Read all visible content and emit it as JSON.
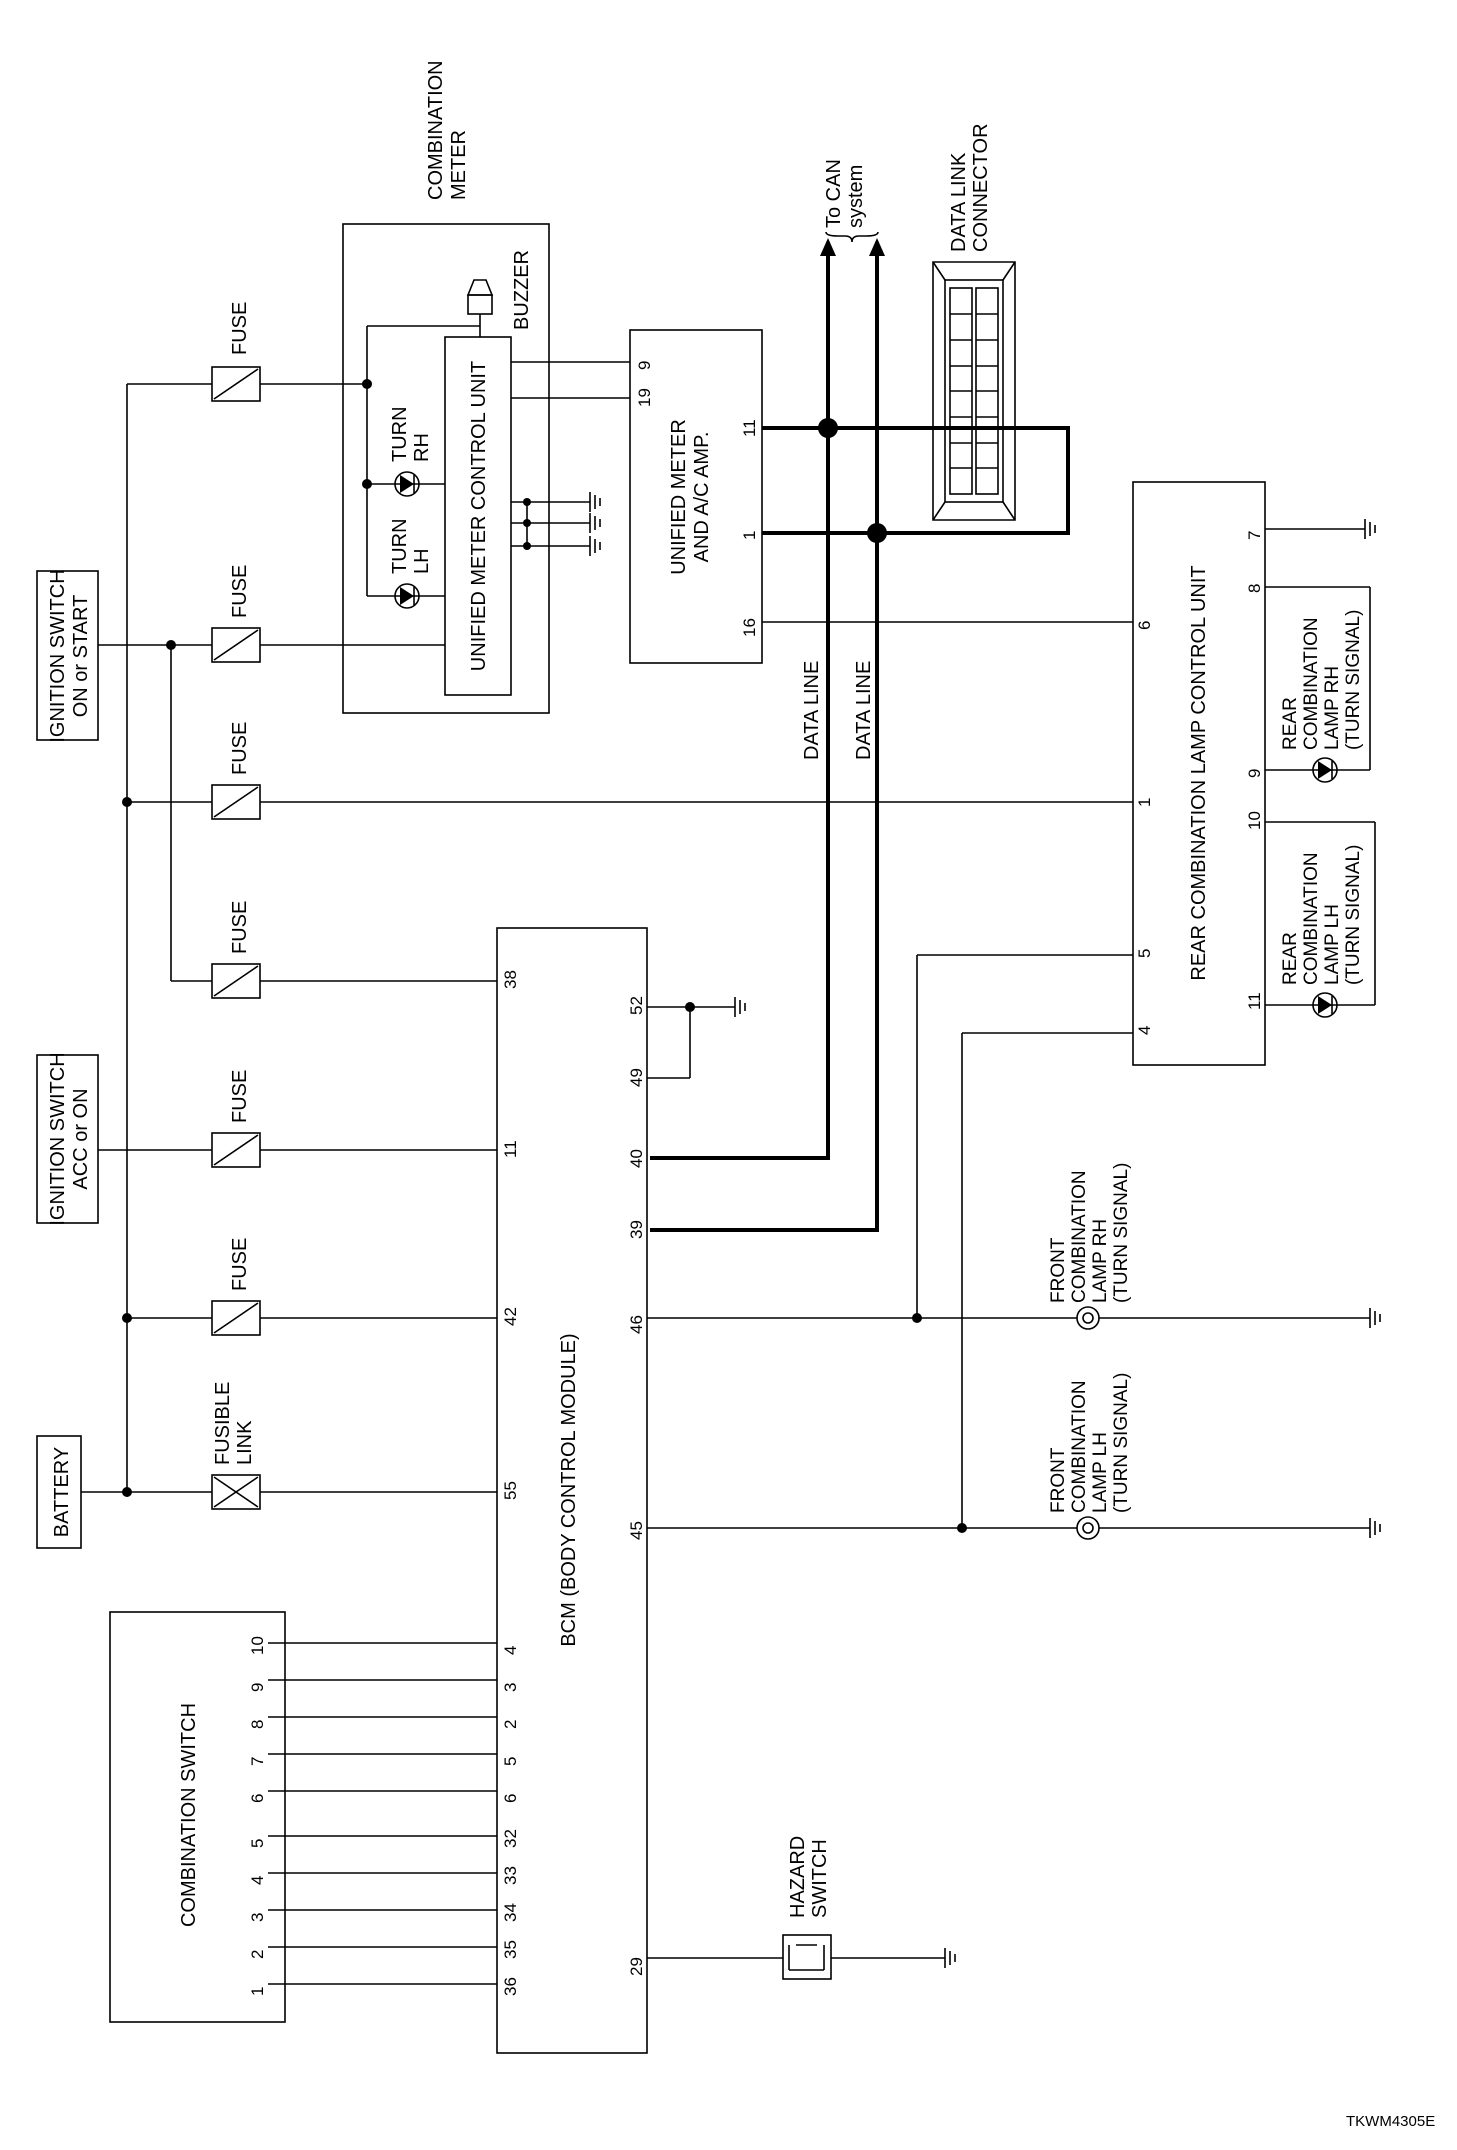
{
  "components": {
    "battery": "BATTERY",
    "ign_acc_on": [
      "IGNITION SWITCH",
      "ACC or ON"
    ],
    "ign_on_start": [
      "IGNITION SWITCH",
      "ON or START"
    ],
    "fusible_link": [
      "FUSIBLE",
      "LINK"
    ],
    "fuse": "FUSE",
    "combination_switch": "COMBINATION SWITCH",
    "bcm": "BCM (BODY CONTROL MODULE)",
    "combination_meter": [
      "COMBINATION",
      "METER"
    ],
    "unified_meter_cu": "UNIFIED METER CONTROL UNIT",
    "buzzer": "BUZZER",
    "turn_lh": [
      "TURN",
      "LH"
    ],
    "turn_rh": [
      "TURN",
      "RH"
    ],
    "unified_meter_amp": [
      "UNIFIED METER",
      "AND A/C AMP."
    ],
    "to_can": [
      "To CAN",
      "system"
    ],
    "data_link_connector": [
      "DATA LINK",
      "CONNECTOR"
    ],
    "data_line": "DATA LINE",
    "rear_lamp_cu": "REAR COMBINATION LAMP CONTROL UNIT",
    "rear_lamp_rh": [
      "REAR",
      "COMBINATION",
      "LAMP RH",
      "(TURN SIGNAL)"
    ],
    "rear_lamp_lh": [
      "REAR",
      "COMBINATION",
      "LAMP LH",
      "(TURN SIGNAL)"
    ],
    "front_lamp_rh": [
      "FRONT",
      "COMBINATION",
      "LAMP RH",
      "(TURN SIGNAL)"
    ],
    "front_lamp_lh": [
      "FRONT",
      "COMBINATION",
      "LAMP LH",
      "(TURN SIGNAL)"
    ],
    "hazard_switch": [
      "HAZARD",
      "SWITCH"
    ]
  },
  "pins": {
    "comb_switch": [
      "1",
      "2",
      "3",
      "4",
      "5",
      "6",
      "7",
      "8",
      "9",
      "10"
    ],
    "bcm_switch_side": [
      "36",
      "35",
      "34",
      "33",
      "32",
      "6",
      "5",
      "2",
      "3",
      "4"
    ],
    "bcm_power": [
      "55",
      "42",
      "11",
      "38"
    ],
    "bcm_right": [
      "29",
      "45",
      "46",
      "39",
      "40",
      "49",
      "52"
    ],
    "meter_amp_top": [
      "19",
      "9"
    ],
    "meter_amp_bottom": [
      "16",
      "1",
      "11"
    ],
    "rear_cu_top": [
      "11",
      "10",
      "9",
      "8",
      "7"
    ],
    "rear_cu_bottom": [
      "4",
      "5",
      "1",
      "6"
    ]
  },
  "figure_code": "TKWM4305E"
}
